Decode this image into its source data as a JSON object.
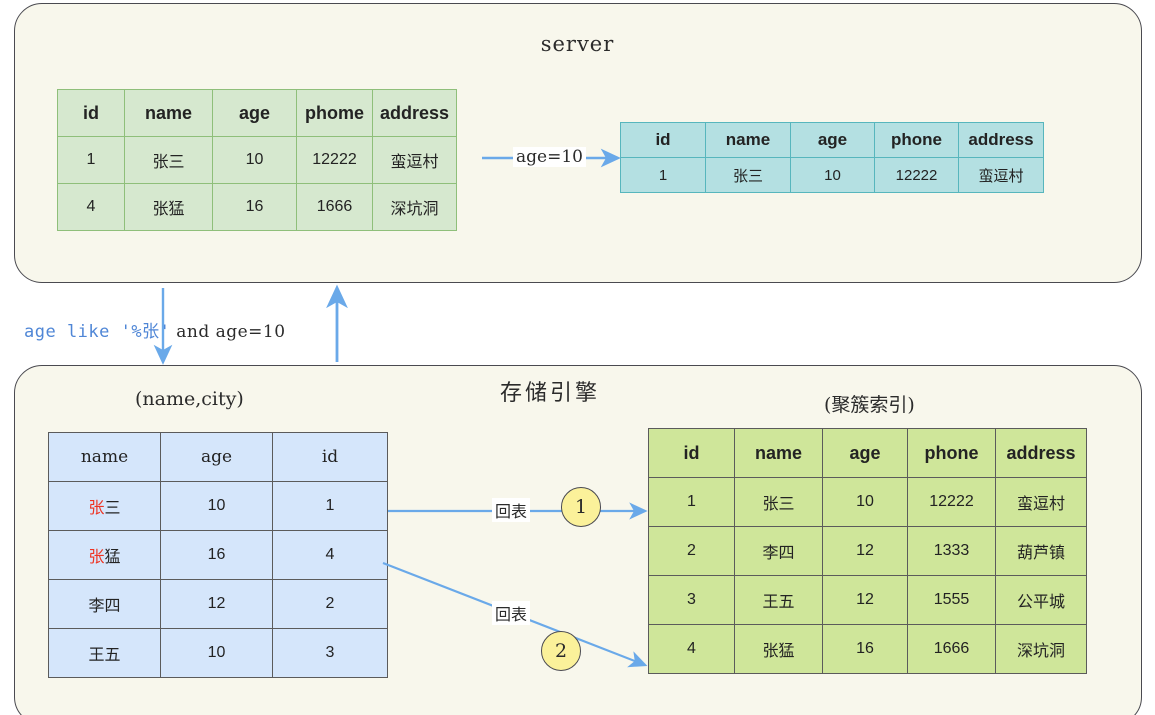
{
  "server": {
    "title": "server",
    "table": {
      "headers": [
        "id",
        "name",
        "age",
        "phome",
        "address"
      ],
      "rows": [
        [
          "1",
          "张三",
          "10",
          "12222",
          "蛮逗村"
        ],
        [
          "4",
          "张猛",
          "16",
          "1666",
          "深坑洞"
        ]
      ]
    },
    "result_table": {
      "headers": [
        "id",
        "name",
        "age",
        "phone",
        "address"
      ],
      "rows": [
        [
          "1",
          "张三",
          "10",
          "12222",
          "蛮逗村"
        ]
      ]
    },
    "filter_label": "age=10"
  },
  "query": {
    "blue_part": "age like '%张'",
    "black_part": " and age=10"
  },
  "engine": {
    "title": "存储引擎",
    "secondary_index": {
      "caption": "(name,city)",
      "headers": [
        "name",
        "age",
        "id"
      ],
      "rows": [
        {
          "name_red": "张",
          "name_rest": "三",
          "age": "10",
          "id": "1",
          "id_red": true
        },
        {
          "name_red": "张",
          "name_rest": "猛",
          "age": "16",
          "id": "4",
          "id_red": true
        },
        {
          "name_red": "",
          "name_rest": "李四",
          "age": "12",
          "id": "2",
          "id_red": false
        },
        {
          "name_red": "",
          "name_rest": "王五",
          "age": "10",
          "id": "3",
          "id_red": false
        }
      ]
    },
    "clustered_index": {
      "caption": "(聚簇索引)",
      "headers": [
        "id",
        "name",
        "age",
        "phone",
        "address"
      ],
      "rows": [
        {
          "id": "1",
          "id_red": true,
          "name": "张三",
          "age": "10",
          "phone": "12222",
          "address": "蛮逗村"
        },
        {
          "id": "2",
          "id_red": false,
          "name": "李四",
          "age": "12",
          "phone": "1333",
          "address": "葫芦镇"
        },
        {
          "id": "3",
          "id_red": false,
          "name": "王五",
          "age": "12",
          "phone": "1555",
          "address": "公平城"
        },
        {
          "id": "4",
          "id_red": true,
          "name": "张猛",
          "age": "16",
          "phone": "1666",
          "address": "深坑洞"
        }
      ]
    },
    "steps": [
      {
        "label": "回表",
        "number": "1"
      },
      {
        "label": "回表",
        "number": "2"
      }
    ]
  },
  "colors": {
    "panel_bg": "#f8f7ec",
    "panel_border": "#4a4a50",
    "server_table_bg": "#d6e8cf",
    "server_table_border": "#8fbf7a",
    "result_table_bg": "#b4e0e2",
    "result_table_border": "#57b6bd",
    "secondary_table_bg": "#d5e6fb",
    "clustered_table_bg": "#cfe69a",
    "grid_border": "#5b5b5b",
    "arrow": "#6aa9e9",
    "highlight_red": "#ee3322",
    "circle_fill": "#fbf19a",
    "sql_blue": "#4f86d6"
  }
}
